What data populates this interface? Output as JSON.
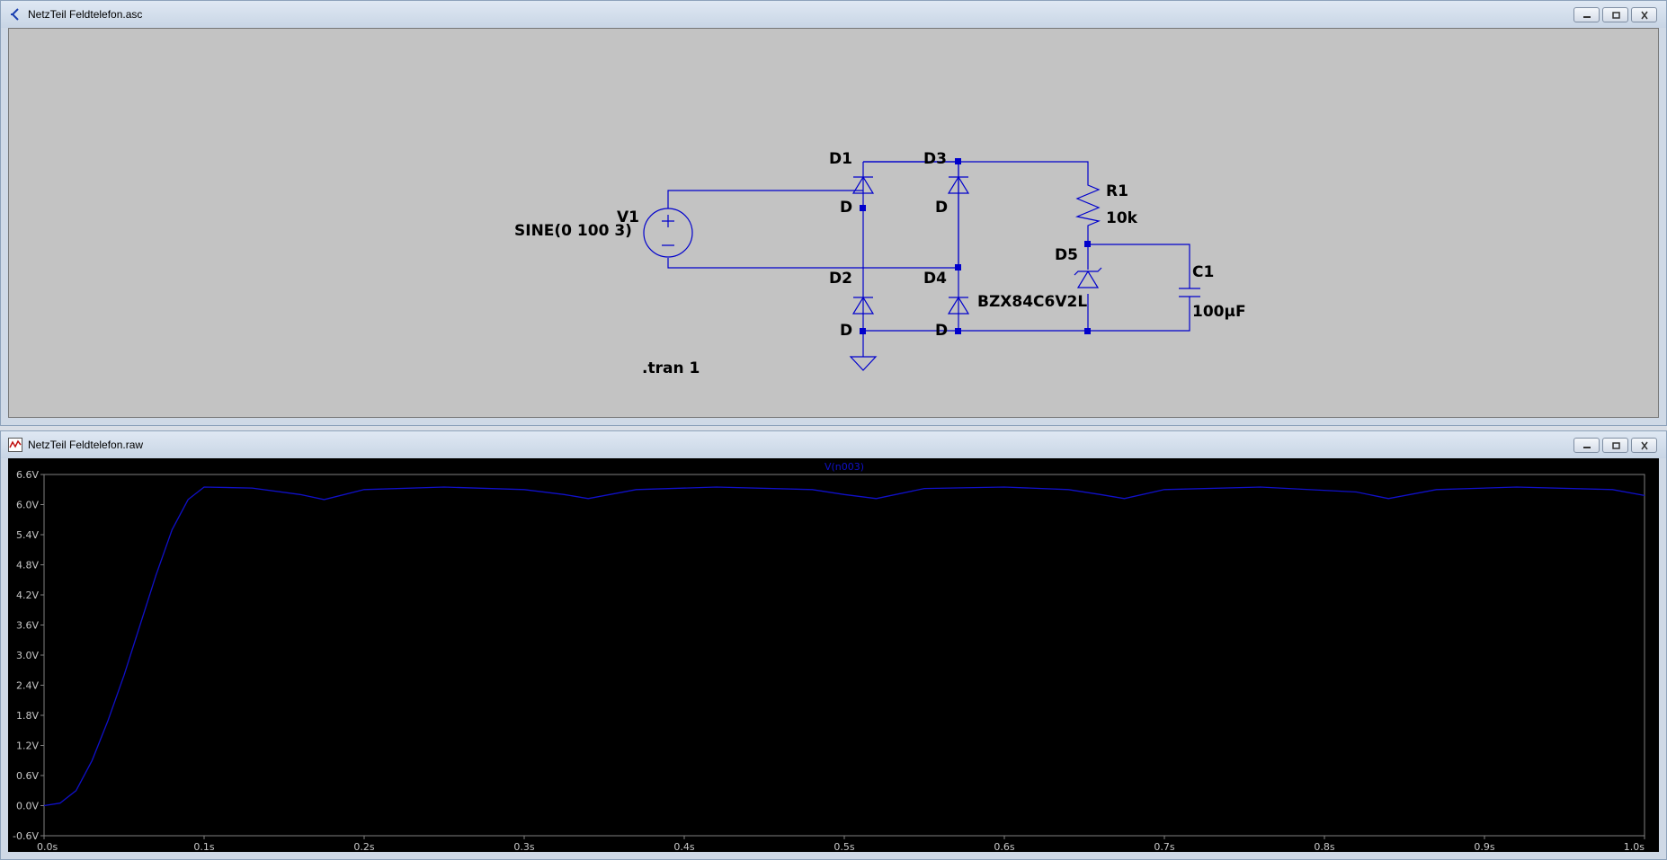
{
  "schematic_window": {
    "title": "NetzTeil Feldtelefon.asc",
    "buttons": {
      "minimize": "▭",
      "restore": "⧉",
      "close": "✕"
    },
    "components": {
      "v1": {
        "name": "V1",
        "value": "SINE(0 100 3)"
      },
      "d1": {
        "name": "D1",
        "value": "D"
      },
      "d2": {
        "name": "D2",
        "value": "D"
      },
      "d3": {
        "name": "D3",
        "value": "D"
      },
      "d4": {
        "name": "D4",
        "value": "D"
      },
      "d5": {
        "name": "D5",
        "value": "BZX84C6V2L"
      },
      "r1": {
        "name": "R1",
        "value": "10k"
      },
      "c1": {
        "name": "C1",
        "value": "100µF"
      }
    },
    "directive": ".tran 1",
    "wire_color": "#0000cc"
  },
  "plot_window": {
    "title": "NetzTeil Feldtelefon.raw",
    "buttons": {
      "minimize": "▭",
      "restore": "⧉",
      "close": "✕"
    },
    "trace_color": "#1010c8",
    "grid_color": "#808080"
  },
  "chart_data": {
    "type": "line",
    "title": "",
    "series": [
      {
        "name": "V(n003)",
        "x": [
          0.0,
          0.01,
          0.02,
          0.03,
          0.04,
          0.05,
          0.06,
          0.07,
          0.08,
          0.09,
          0.1,
          0.13,
          0.16,
          0.175,
          0.2,
          0.25,
          0.3,
          0.325,
          0.34,
          0.37,
          0.42,
          0.48,
          0.52,
          0.5,
          0.55,
          0.6,
          0.64,
          0.66,
          0.675,
          0.7,
          0.76,
          0.82,
          0.84,
          0.87,
          0.92,
          0.98,
          1.0
        ],
        "y": [
          0.0,
          0.05,
          0.3,
          0.9,
          1.7,
          2.6,
          3.6,
          4.6,
          5.5,
          6.1,
          6.35,
          6.33,
          6.2,
          6.1,
          6.3,
          6.35,
          6.3,
          6.2,
          6.12,
          6.3,
          6.35,
          6.3,
          6.12,
          6.2,
          6.32,
          6.35,
          6.3,
          6.2,
          6.12,
          6.3,
          6.35,
          6.25,
          6.12,
          6.3,
          6.35,
          6.3,
          6.18
        ]
      }
    ],
    "xlim": [
      0.0,
      1.0
    ],
    "ylim": [
      -0.6,
      6.6
    ],
    "x_ticks": [
      "0.0s",
      "0.1s",
      "0.2s",
      "0.3s",
      "0.4s",
      "0.5s",
      "0.6s",
      "0.7s",
      "0.8s",
      "0.9s",
      "1.0s"
    ],
    "y_ticks": [
      "6.6V",
      "6.0V",
      "5.4V",
      "4.8V",
      "4.2V",
      "3.6V",
      "3.0V",
      "2.4V",
      "1.8V",
      "1.2V",
      "0.6V",
      "0.0V",
      "-0.6V"
    ],
    "grid": false
  }
}
